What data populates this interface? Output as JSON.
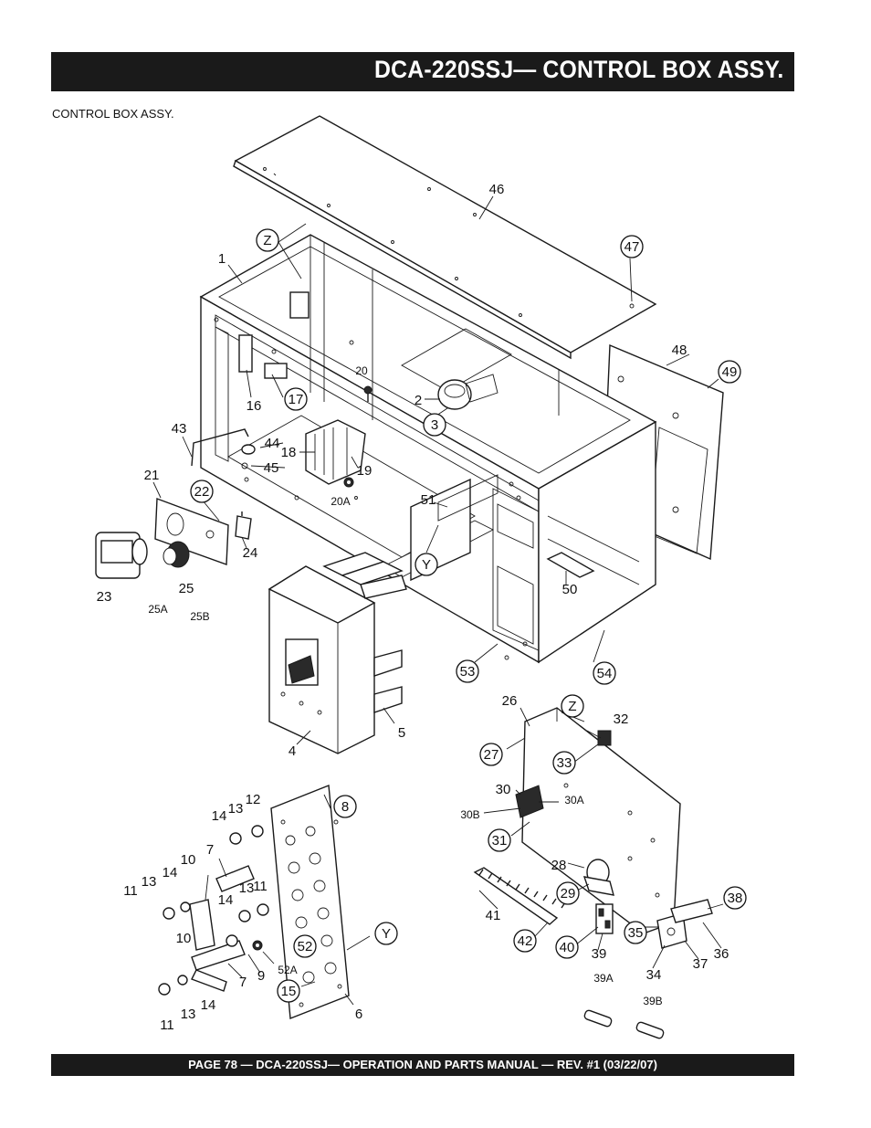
{
  "header": {
    "title": "DCA-220SSJ— CONTROL BOX  ASSY."
  },
  "section": {
    "subtitle": "CONTROL BOX ASSY."
  },
  "footer": {
    "text": "PAGE 78 — DCA-220SSJ—  OPERATION AND PARTS  MANUAL — REV. #1  (03/22/07)"
  },
  "callouts": {
    "plain": [
      "46",
      "1",
      "20",
      "2",
      "16",
      "43",
      "44",
      "18",
      "19",
      "45",
      "21",
      "20A",
      "51",
      "24",
      "23",
      "25A",
      "25B",
      "25",
      "50",
      "4",
      "5",
      "26",
      "32",
      "30",
      "30A",
      "30B",
      "28",
      "41",
      "39",
      "34",
      "37",
      "36",
      "39A",
      "39B",
      "14",
      "13",
      "12",
      "7",
      "10",
      "11",
      "9",
      "52A",
      "6"
    ],
    "circled": [
      "Z",
      "47",
      "48",
      "49",
      "17",
      "3",
      "22",
      "Y",
      "53",
      "54",
      "Z",
      "27",
      "33",
      "31",
      "29",
      "42",
      "40",
      "35",
      "38",
      "8",
      "52",
      "Y",
      "15"
    ]
  }
}
